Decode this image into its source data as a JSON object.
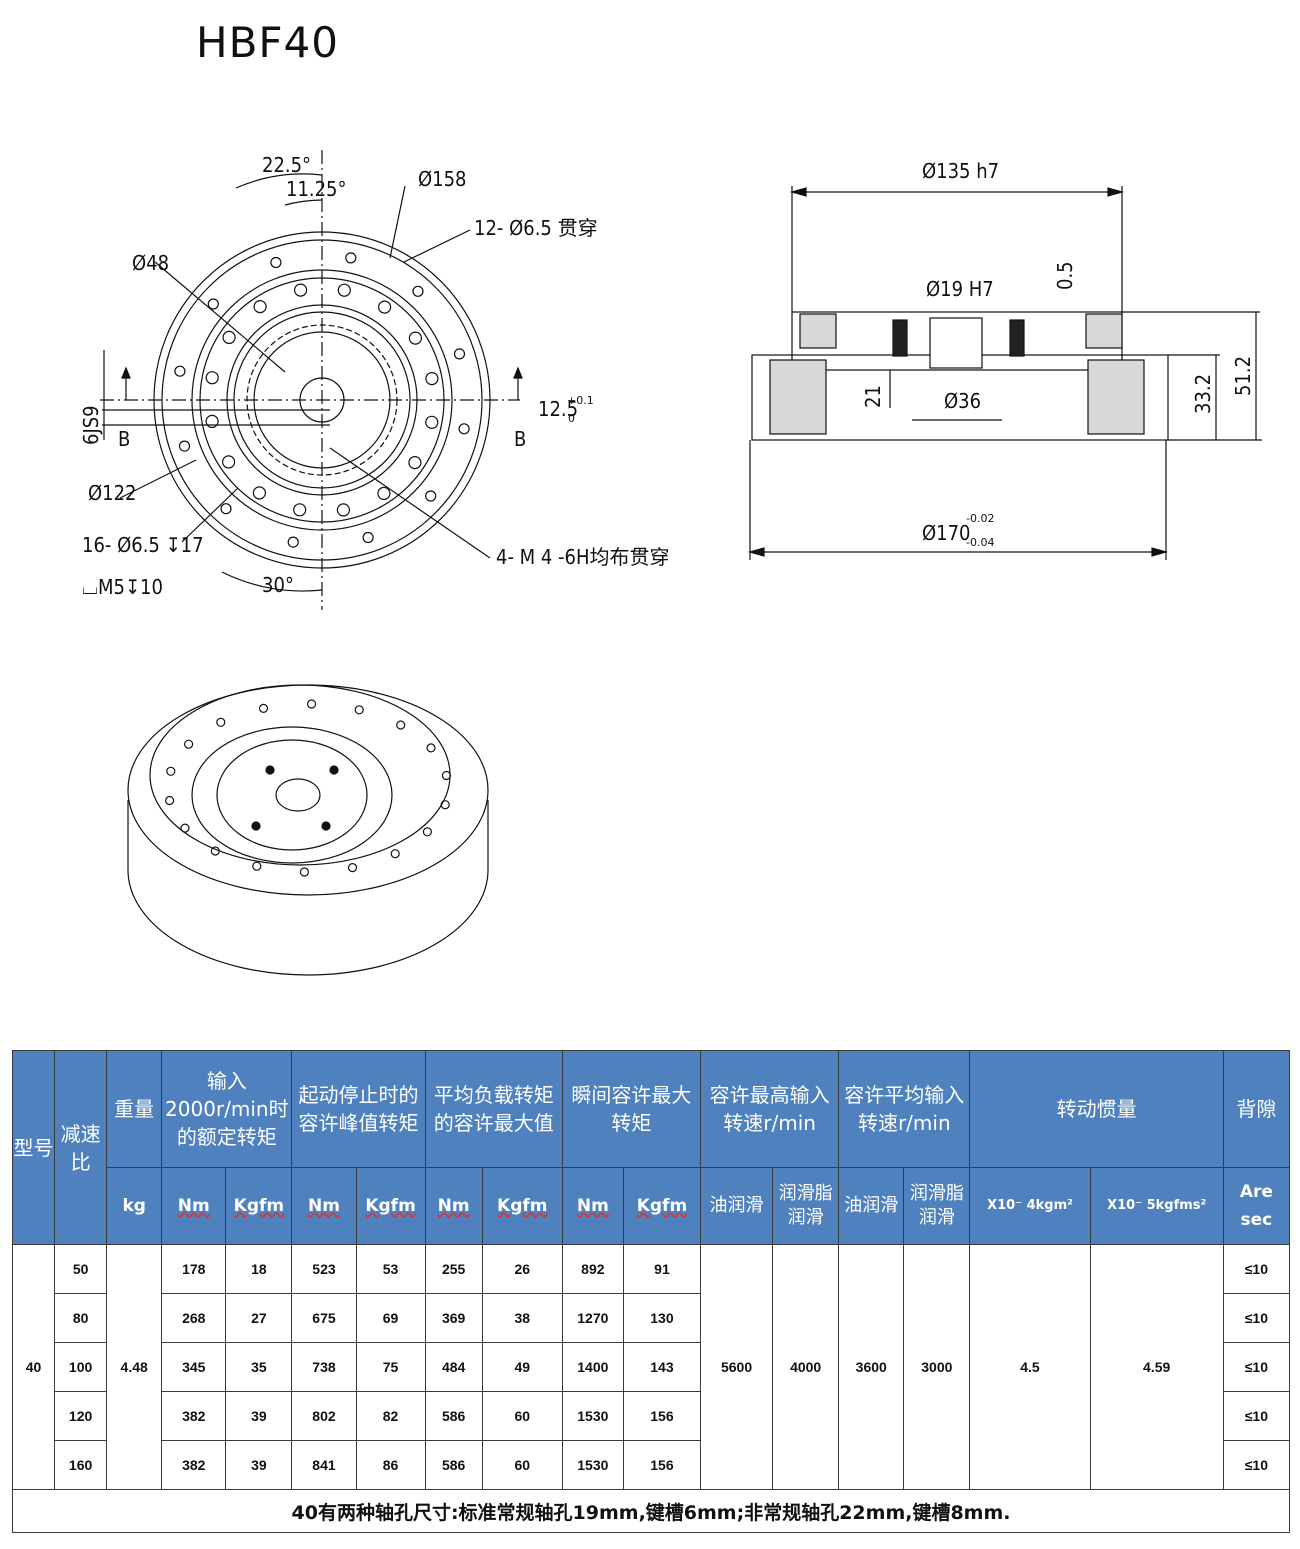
{
  "title": "HBF40",
  "drawing": {
    "front_view": {
      "angle_1": "22.5°",
      "angle_2": "11.25°",
      "dia_158": "Ø158",
      "holes_12": "12- Ø6.5 贯穿",
      "dia_48": "Ø48",
      "keyway": "6JS9",
      "section_b_left": "B",
      "section_b_right": "B",
      "offset": "12.5",
      "offset_tol_upper": "+0.1",
      "offset_tol_lower": "0",
      "dia_122": "Ø122",
      "holes_16": "16- Ø6.5 ↧17",
      "counterbore": "⌴M5↧10",
      "angle_3": "30°",
      "tapped_holes": "4- M 4 -6H均布贯穿"
    },
    "section_view": {
      "dia_135": "Ø135 h7",
      "dia_19": "Ø19 H7",
      "gap": "0.5",
      "dia_36": "Ø36",
      "height_21": "21",
      "height_33": "33.2",
      "height_51": "51.2",
      "dia_170": "Ø170",
      "tol_upper": "-0.02",
      "tol_lower": "-0.04"
    }
  },
  "table": {
    "headers": {
      "model": "型号",
      "ratio": "减速比",
      "weight": "重量",
      "rated_torque": "输入2000r/min时的额定转矩",
      "peak_torque": "起动停止时的容许峰值转矩",
      "avg_load_torque": "平均负载转矩的容许最大值",
      "momentary_torque": "瞬间容许最大转矩",
      "max_input_speed": "容许最高输入转速r/min",
      "avg_input_speed": "容许平均输入转速r/min",
      "inertia": "转动惯量",
      "backlash": "背隙"
    },
    "units": {
      "kg": "kg",
      "nm": "Nm",
      "kgfm": "Kgfm",
      "oil": "油润滑",
      "grease": "润滑脂润滑",
      "inertia_kgm2": "X10⁻ 4kgm²",
      "inertia_kgfms2": "X10⁻ 5kgfms²",
      "arcsec": "Are sec"
    },
    "model": "40",
    "weight": "4.48",
    "max_speed_oil": "5600",
    "max_speed_grease": "4000",
    "avg_speed_oil": "3600",
    "avg_speed_grease": "3000",
    "inertia_kgm2": "4.5",
    "inertia_kgfms2": "4.59",
    "rows": [
      {
        "ratio": "50",
        "rated_nm": "178",
        "rated_kgfm": "18",
        "peak_nm": "523",
        "peak_kgfm": "53",
        "avg_nm": "255",
        "avg_kgfm": "26",
        "mom_nm": "892",
        "mom_kgfm": "91",
        "backlash": "≤10"
      },
      {
        "ratio": "80",
        "rated_nm": "268",
        "rated_kgfm": "27",
        "peak_nm": "675",
        "peak_kgfm": "69",
        "avg_nm": "369",
        "avg_kgfm": "38",
        "mom_nm": "1270",
        "mom_kgfm": "130",
        "backlash": "≤10"
      },
      {
        "ratio": "100",
        "rated_nm": "345",
        "rated_kgfm": "35",
        "peak_nm": "738",
        "peak_kgfm": "75",
        "avg_nm": "484",
        "avg_kgfm": "49",
        "mom_nm": "1400",
        "mom_kgfm": "143",
        "backlash": "≤10"
      },
      {
        "ratio": "120",
        "rated_nm": "382",
        "rated_kgfm": "39",
        "peak_nm": "802",
        "peak_kgfm": "82",
        "avg_nm": "586",
        "avg_kgfm": "60",
        "mom_nm": "1530",
        "mom_kgfm": "156",
        "backlash": "≤10"
      },
      {
        "ratio": "160",
        "rated_nm": "382",
        "rated_kgfm": "39",
        "peak_nm": "841",
        "peak_kgfm": "86",
        "avg_nm": "586",
        "avg_kgfm": "60",
        "mom_nm": "1530",
        "mom_kgfm": "156",
        "backlash": "≤10"
      }
    ],
    "footnote": "40有两种轴孔尺寸:标准常规轴孔19mm,键槽6mm;非常规轴孔22mm,键槽8mm."
  }
}
